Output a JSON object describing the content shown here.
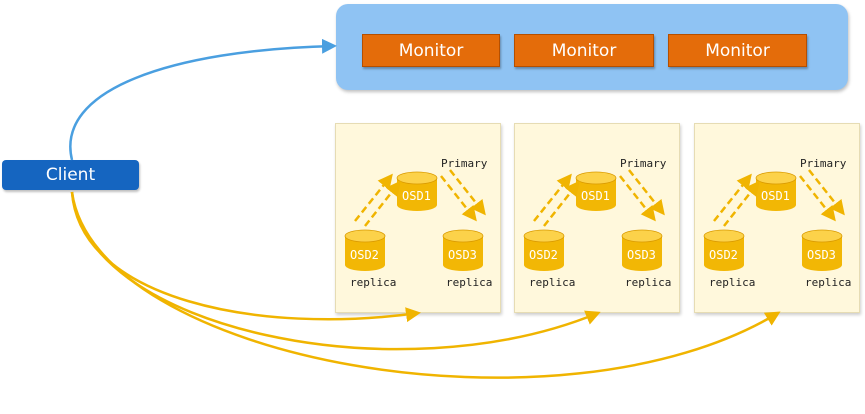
{
  "client": {
    "label": "Client"
  },
  "monitors": [
    {
      "label": "Monitor"
    },
    {
      "label": "Monitor"
    },
    {
      "label": "Monitor"
    }
  ],
  "placement_groups": [
    {
      "primary": {
        "osd": "OSD1",
        "role": "Primary"
      },
      "replicas": [
        {
          "osd": "OSD2",
          "role": "replica"
        },
        {
          "osd": "OSD3",
          "role": "replica"
        }
      ]
    },
    {
      "primary": {
        "osd": "OSD1",
        "role": "Primary"
      },
      "replicas": [
        {
          "osd": "OSD2",
          "role": "replica"
        },
        {
          "osd": "OSD3",
          "role": "replica"
        }
      ]
    },
    {
      "primary": {
        "osd": "OSD1",
        "role": "Primary"
      },
      "replicas": [
        {
          "osd": "OSD2",
          "role": "replica"
        },
        {
          "osd": "OSD3",
          "role": "replica"
        }
      ]
    }
  ],
  "colors": {
    "monitor_panel": "#8fc3f3",
    "monitor_box": "#e46c0a",
    "client": "#1565c0",
    "osd_cylinder": "#f2b705",
    "client_monitor_link": "#4a9fe0",
    "client_osd_link": "#f0b400"
  }
}
